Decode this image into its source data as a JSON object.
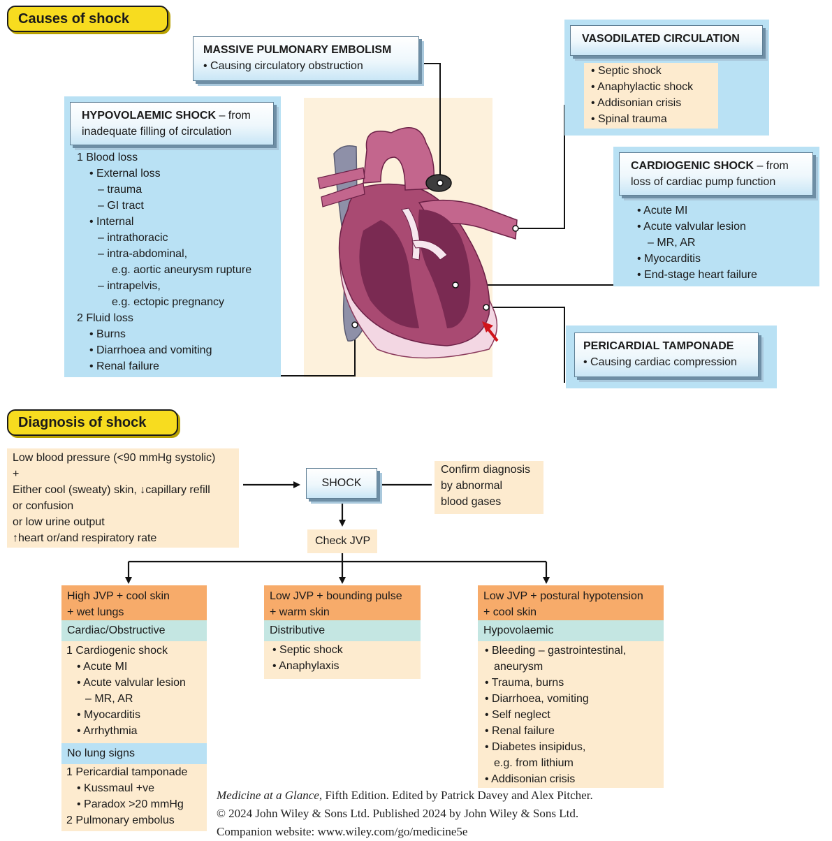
{
  "sections": {
    "causes_title": "Causes of shock",
    "diagnosis_title": "Diagnosis of shock"
  },
  "embolism": {
    "title": "MASSIVE PULMONARY EMBOLISM",
    "line": "• Causing circulatory obstruction"
  },
  "vasodilated": {
    "title": "VASODILATED CIRCULATION",
    "items": [
      "• Septic shock",
      "• Anaphylactic shock",
      "• Addisonian crisis",
      "• Spinal trauma"
    ]
  },
  "hypovolaemic": {
    "title": "HYPOVOLAEMIC SHOCK",
    "title_rest": " – from",
    "subtitle": "inadequate filling of circulation",
    "items": [
      "1  Blood loss",
      "• External loss",
      "– trauma",
      "– GI tract",
      "• Internal",
      "– intrathoracic",
      "– intra-abdominal,",
      "e.g. aortic aneurysm rupture",
      "– intrapelvis,",
      "e.g. ectopic pregnancy",
      "2  Fluid loss",
      "• Burns",
      "• Diarrhoea and vomiting",
      "• Renal failure"
    ]
  },
  "cardiogenic": {
    "title": "CARDIOGENIC SHOCK",
    "title_rest": " – from",
    "subtitle": "loss of cardiac pump function",
    "items": [
      "• Acute MI",
      "• Acute valvular lesion",
      "– MR, AR",
      "• Myocarditis",
      "• End-stage heart failure"
    ]
  },
  "tamponade": {
    "title": "PERICARDIAL TAMPONADE",
    "line": "• Causing cardiac compression"
  },
  "diagnosis": {
    "criteria": [
      "Low blood pressure (<90 mmHg systolic)",
      "+",
      "Either cool (sweaty) skin, ↓capillary refill",
      "or confusion",
      "or low urine output",
      "↑heart or/and respiratory rate"
    ],
    "shock_label": "SHOCK",
    "confirm": [
      "Confirm diagnosis",
      "by abnormal",
      "blood gases"
    ],
    "check_jvp": "Check JVP"
  },
  "branches": {
    "left": {
      "header": [
        "High JVP + cool skin",
        "+ wet lungs"
      ],
      "category": "Cardiac/Obstructive",
      "items": [
        "1  Cardiogenic shock",
        "• Acute MI",
        "• Acute valvular lesion",
        "– MR, AR",
        "• Myocarditis",
        "• Arrhythmia"
      ],
      "subcategory": "No lung signs",
      "items2": [
        "1  Pericardial tamponade",
        "• Kussmaul +ve",
        "• Paradox >20 mmHg",
        "2  Pulmonary embolus"
      ]
    },
    "middle": {
      "header": [
        "Low JVP + bounding pulse",
        "+ warm skin"
      ],
      "category": "Distributive",
      "items": [
        "• Septic shock",
        "• Anaphylaxis"
      ]
    },
    "right": {
      "header": [
        "Low JVP + postural hypotension",
        "+ cool skin"
      ],
      "category": "Hypovolaemic",
      "items": [
        "• Bleeding – gastrointestinal,",
        "aneurysm",
        "• Trauma, burns",
        "• Diarrhoea, vomiting",
        "• Self neglect",
        "• Renal failure",
        "• Diabetes insipidus,",
        "e.g. from lithium",
        "• Addisonian crisis"
      ]
    }
  },
  "credit": {
    "book": "Medicine at a Glance",
    "line1_rest": ", Fifth Edition. Edited by Patrick Davey and Alex Pitcher.",
    "line2": "© 2024 John Wiley & Sons Ltd. Published 2024 by John Wiley & Sons Ltd.",
    "line3": "Companion website: www.wiley.com/go/medicine5e"
  }
}
